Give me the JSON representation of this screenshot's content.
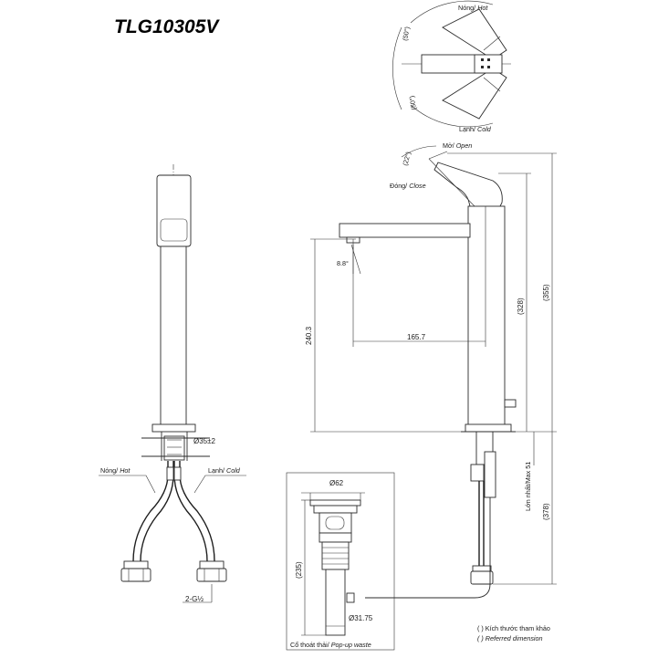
{
  "title": "TLG10305V",
  "top_view": {
    "hot_label": "Nóng/",
    "hot_label_en": "Hot",
    "cold_label": "Lạnh/",
    "cold_label_en": "Cold",
    "angle_hot": "(50°)",
    "angle_cold": "(50°)"
  },
  "side_view": {
    "open_label": "Mở/",
    "open_label_en": "Open",
    "close_label": "Đóng/",
    "close_label_en": "Close",
    "angle_open": "(22°)",
    "angle_spout": "8.8°",
    "spout_reach": "165.7",
    "spout_height": "240.3",
    "dim_328": "(328)",
    "dim_355": "(355)",
    "dim_378": "(378)",
    "max51": "Lớn nhất/Max 51"
  },
  "front_view": {
    "hole_dim": "Ø35±2",
    "hot_label": "Nóng/",
    "hot_label_en": "Hot",
    "cold_label": "Lạnh/",
    "cold_label_en": "Cold",
    "thread": "2-G½"
  },
  "waste": {
    "diameter_top": "Ø62",
    "height": "(235)",
    "diameter_bottom": "Ø31.75",
    "caption": "Cổ thoát thải/",
    "caption_en": "Pop-up waste"
  },
  "notes": {
    "note1": "( ) Kích thước tham khảo",
    "note2": "( ) Referred dimension"
  }
}
